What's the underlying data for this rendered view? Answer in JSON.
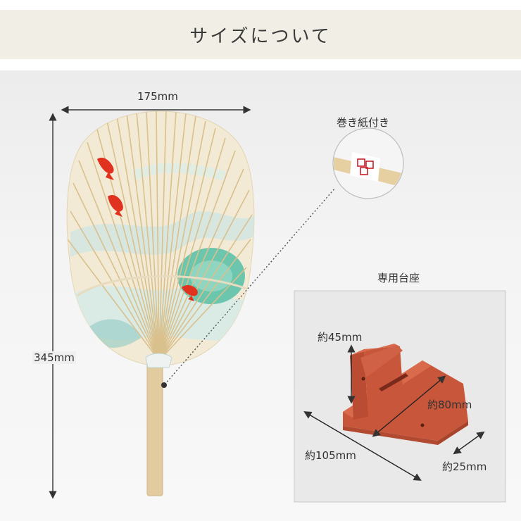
{
  "header": {
    "title": "サイズについて"
  },
  "dimensions": {
    "width": "175mm",
    "height": "345mm"
  },
  "wrap_callout": {
    "label": "巻き紙付き"
  },
  "stand": {
    "title": "専用台座",
    "depth_label": "約45mm",
    "length_label": "約80mm",
    "total_label": "約105mm",
    "width_label": "約25mm"
  },
  "colors": {
    "header_bg": "#f1efe5",
    "fan_paper": "#f3ead6",
    "bamboo": "#e0c79a",
    "stand_wood": "#c8563a",
    "seal_red": "#c8202a"
  }
}
